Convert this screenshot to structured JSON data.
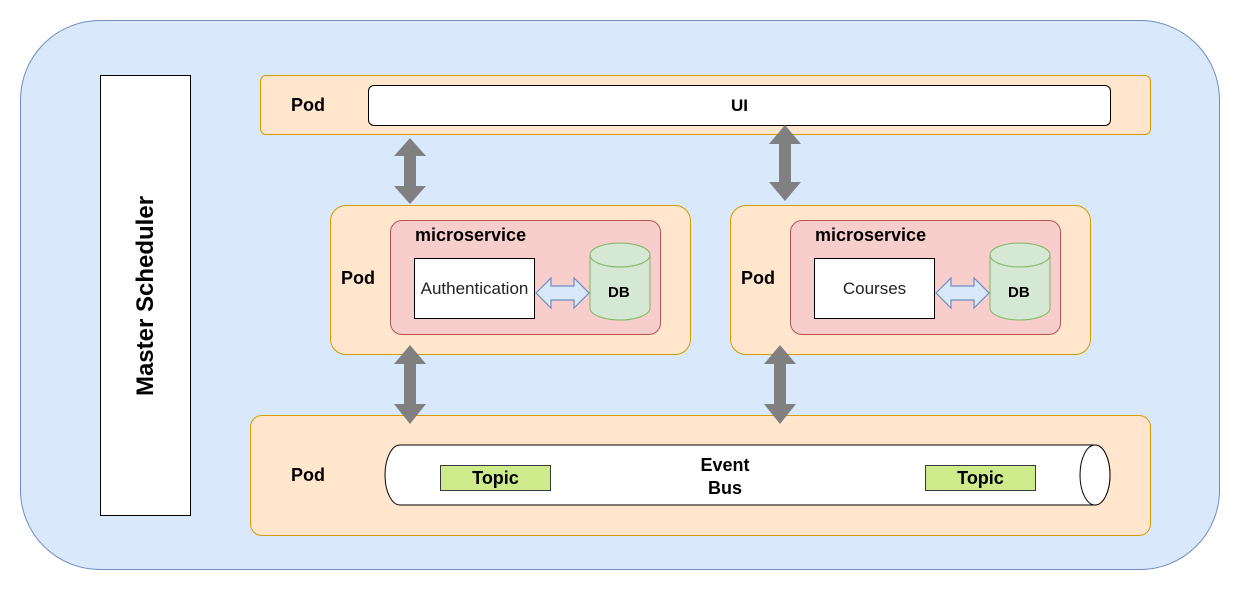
{
  "master": {
    "label": "Master Scheduler"
  },
  "ui_pod": {
    "pod_label": "Pod",
    "ui_label": "UI"
  },
  "microservices": [
    {
      "pod_label": "Pod",
      "title": "microservice",
      "service": "Authentication",
      "db": "DB"
    },
    {
      "pod_label": "Pod",
      "title": "microservice",
      "service": "Courses",
      "db": "DB"
    }
  ],
  "bus_pod": {
    "pod_label": "Pod",
    "bus_label_line1": "Event",
    "bus_label_line2": "Bus",
    "topics": [
      "Topic",
      "Topic"
    ]
  },
  "colors": {
    "cluster": "#dae8fc",
    "pod": "#ffe6cc",
    "microservice": "#f8cecc",
    "db": "#d5e8d4",
    "topic": "#cdeb8b",
    "arrow": "#808080"
  }
}
